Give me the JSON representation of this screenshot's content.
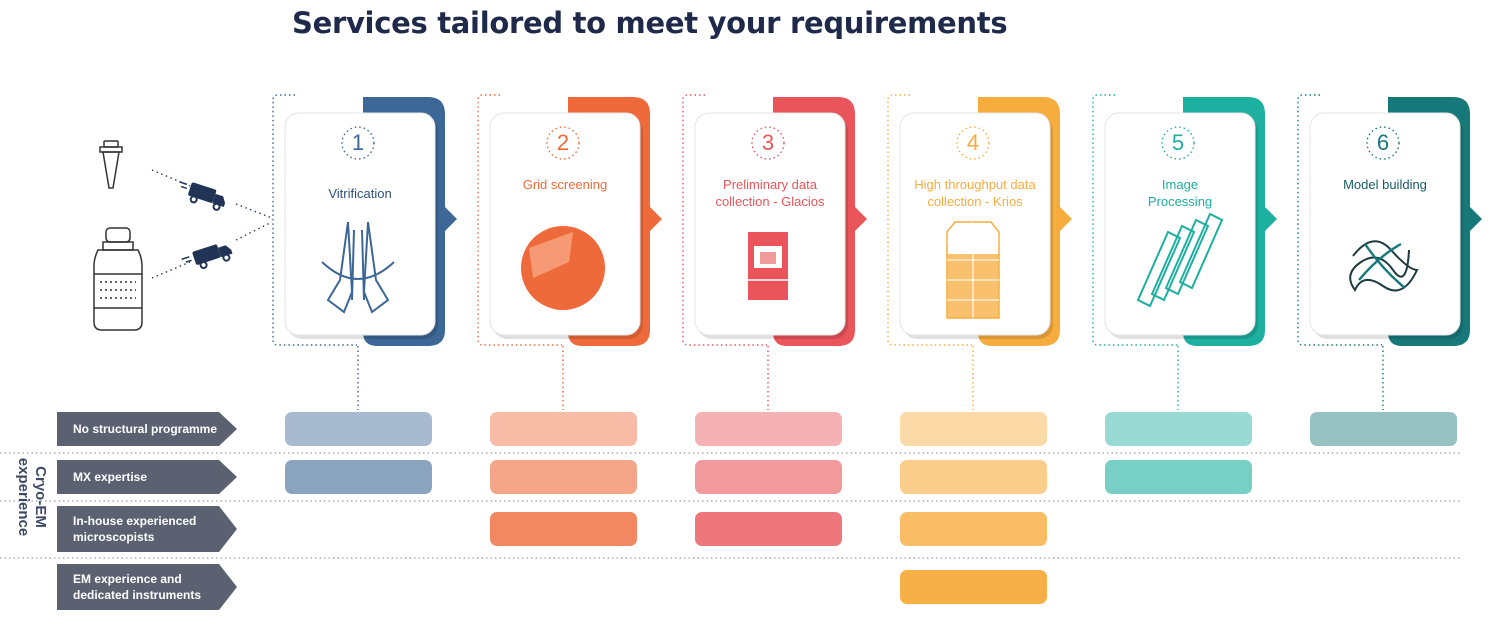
{
  "title": "Services tailored to meet your requirements",
  "side_label": "Cryo-EM experience",
  "colors": {
    "step1": "#3c6796",
    "step2": "#ef6a3a",
    "step3": "#e9555a",
    "step4": "#f7ac3e",
    "step5": "#1dafa0",
    "step6": "#17787a",
    "label_bg": "#5b6170",
    "title": "#1f2a4a"
  },
  "steps": [
    {
      "number": "1",
      "label": "Vitrification",
      "icon": "vitrification-tweezers-icon"
    },
    {
      "number": "2",
      "label": "Grid screening",
      "icon": "grid-icon"
    },
    {
      "number": "3",
      "label": "Preliminary data collection - Glacios",
      "icon": "glacios-microscope-icon"
    },
    {
      "number": "4",
      "label": "High throughput data collection - Krios",
      "icon": "krios-microscope-icon"
    },
    {
      "number": "5",
      "label": "Image Processing",
      "icon": "image-processing-icon"
    },
    {
      "number": "6",
      "label": "Model building",
      "icon": "protein-model-icon"
    }
  ],
  "experience_levels": [
    {
      "label": "No structural programme",
      "services": [
        "1",
        "2",
        "3",
        "4",
        "5",
        "6"
      ]
    },
    {
      "label": "MX expertise",
      "services": [
        "1",
        "2",
        "3",
        "4",
        "5"
      ]
    },
    {
      "label": "In-house experienced microscopists",
      "services": [
        "2",
        "3",
        "4"
      ]
    },
    {
      "label": "EM experience and dedicated instruments",
      "services": [
        "4"
      ]
    }
  ],
  "left_icons": [
    "sample-tube-icon",
    "dewar-flask-icon",
    "delivery-truck-icon"
  ]
}
